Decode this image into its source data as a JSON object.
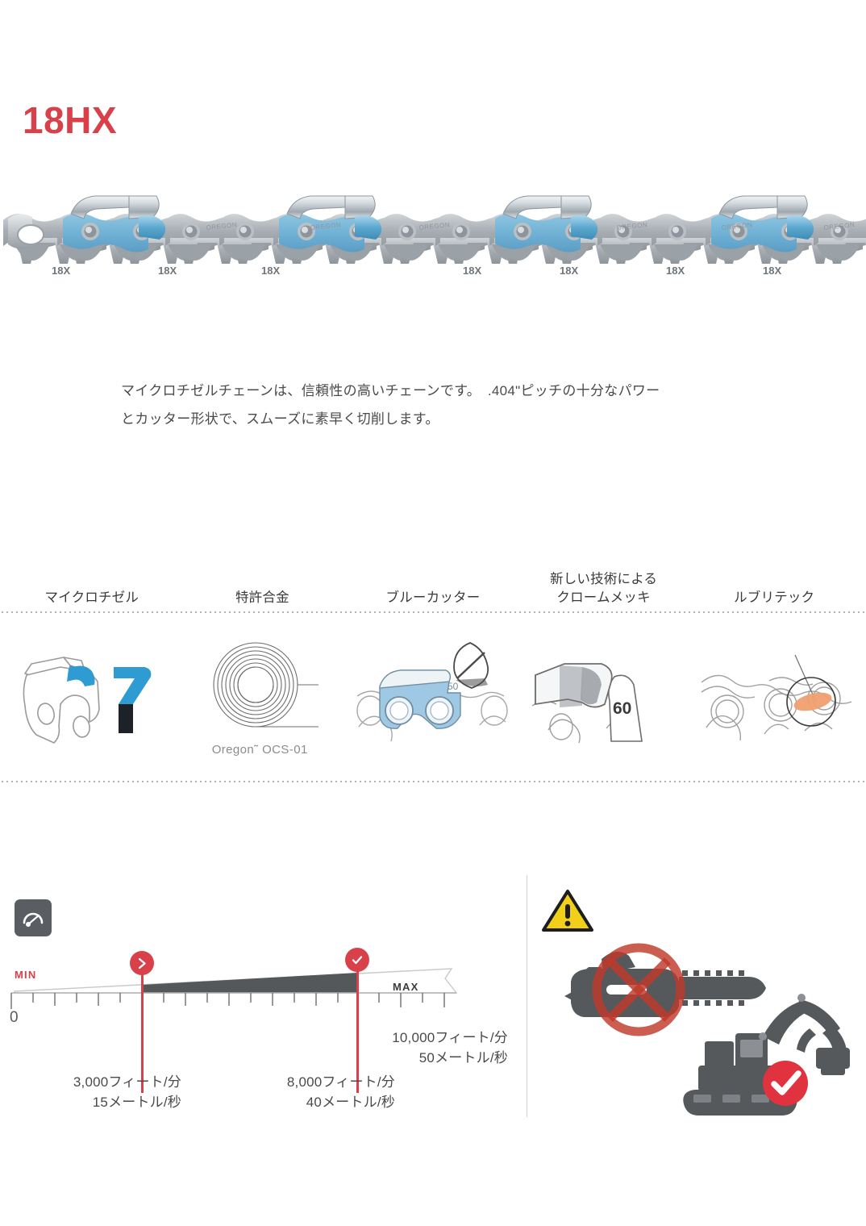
{
  "product": {
    "title": "18HX",
    "title_color": "#d8404a",
    "chain_link_mark": "18X",
    "chain_brand_mark": "OREGON"
  },
  "description": {
    "line1": "マイクロチゼルチェーンは、信頼性の高いチェーンです。　.404\"ピッチの十分なパワー",
    "line2": "とカッター形状で、スムーズに素早く切削します。"
  },
  "features": [
    {
      "label_line1": "マイクロチゼル",
      "label_line2": "",
      "icon": "micro-chisel-cutter-icon",
      "caption": ""
    },
    {
      "label_line1": "特許合金",
      "label_line2": "",
      "icon": "steel-coil-icon",
      "caption": "Oregon˜ OCS-01"
    },
    {
      "label_line1": "ブルーカッター",
      "label_line2": "",
      "icon": "blue-cutter-icon",
      "caption": "",
      "badge": "50"
    },
    {
      "label_line1": "新しい技術による",
      "label_line2": "クロームメッキ",
      "icon": "chrome-plating-icon",
      "caption": "",
      "badge": "60"
    },
    {
      "label_line1": "ルブリテック",
      "label_line2": "",
      "icon": "lubritec-oiling-icon",
      "caption": ""
    }
  ],
  "speed_gauge": {
    "icon": "speedometer-icon",
    "min_label": "MIN",
    "max_label": "MAX",
    "zero_label": "0",
    "marker_low_icon": "chevron-right-icon",
    "marker_high_icon": "check-icon",
    "markers": [
      {
        "feet": "3,000フィート/分",
        "meters": "15メートル/秒"
      },
      {
        "feet": "8,000フィート/分",
        "meters": "40メートル/秒"
      }
    ],
    "max_values": {
      "feet": "10,000フィート/分",
      "meters": "50メートル/秒"
    }
  },
  "usage": {
    "warning_icon": "warning-triangle-icon",
    "prohibited_icon": "chainsaw-prohibited-icon",
    "recommended_icon": "harvester-approved-icon"
  },
  "chart_data": {
    "type": "bar",
    "title": "Chain speed range",
    "categories": [
      "MIN",
      "3,000 ft/min (15 m/s)",
      "8,000 ft/min (40 m/s)",
      "10,000 ft/min (50 m/s) MAX"
    ],
    "values": [
      0,
      3000,
      8000,
      10000
    ],
    "highlight_range": [
      3000,
      8000
    ],
    "xlabel": "",
    "ylabel": "feet per minute",
    "ylim": [
      0,
      10000
    ],
    "grid": false,
    "legend": "none"
  }
}
